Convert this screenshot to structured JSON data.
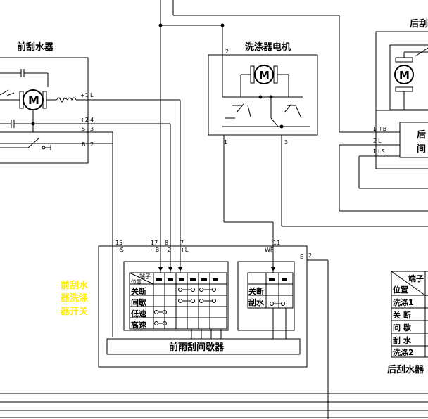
{
  "front_wiper_motor": {
    "title": "前刮水器",
    "motor_letter": "M",
    "pin_labels": [
      "+1",
      "L",
      "+2",
      "4",
      "S",
      "3",
      "B",
      "2"
    ]
  },
  "washer_motor": {
    "title": "洗涤器电机",
    "motor_letter": "M",
    "pin_top": "2",
    "pin_left": "1",
    "pin_right": "3"
  },
  "rear_wiper": {
    "title_partial": "后刮",
    "motor_letter": "M",
    "relay_partial": [
      "后",
      "间"
    ],
    "pin_labels": [
      "1",
      "+B",
      "2",
      "L",
      "1",
      "LS"
    ]
  },
  "front_switch": {
    "side_label": [
      "前刮水",
      "器洗涤",
      "器开关"
    ],
    "relay_label": "前雨刮间歇器",
    "top_pins": [
      "15",
      "+S",
      "17",
      "+B",
      "8",
      "+2",
      "7",
      "+L"
    ],
    "washer_pins": [
      "11",
      "WF"
    ],
    "ground_pins": [
      "E",
      "2"
    ],
    "table_header": [
      "端子",
      "位置"
    ],
    "rows": [
      "关断",
      "间歇",
      "低速",
      "高速"
    ],
    "washer_rows": [
      "关断",
      "刮水"
    ]
  },
  "rear_switch": {
    "header_partial": [
      "端子",
      "位置"
    ],
    "rows": [
      "洗涤1",
      "关 断",
      "间 歇",
      "刮 水",
      "洗涤2"
    ],
    "caption_partial": "后刮水器"
  }
}
